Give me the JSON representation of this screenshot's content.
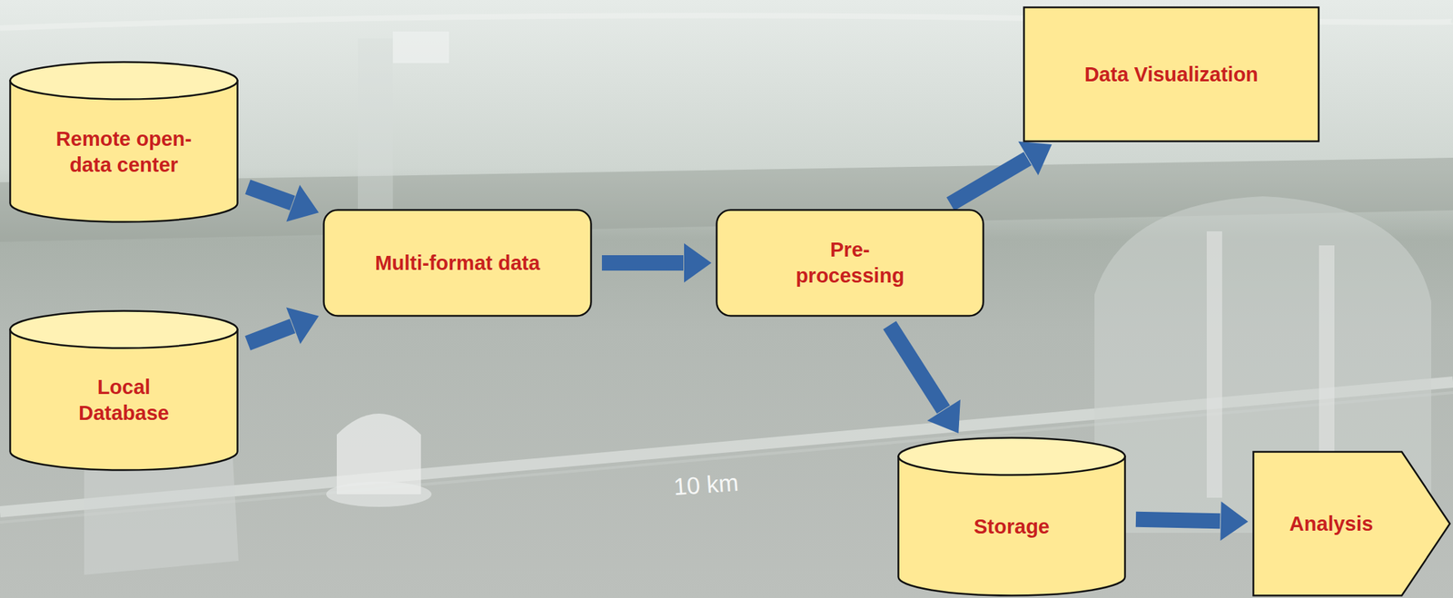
{
  "diagram": {
    "nodes": [
      {
        "text": [
          "Remote open-data center"
        ]
      },
      {
        "text": [
          "Local Database"
        ]
      },
      {
        "text": [
          "Multi-format data"
        ]
      },
      {
        "text": [
          "Pre-processing"
        ]
      },
      {
        "text": [
          "Data Visualization"
        ]
      },
      {
        "text": [
          "Storage"
        ]
      },
      {
        "text": [
          "Analysis"
        ]
      }
    ],
    "edges": [
      {
        "from": 0,
        "to": 2,
        "arrow": "to"
      },
      {
        "from": 1,
        "to": 2,
        "arrow": "to"
      },
      {
        "from": 2,
        "to": 3,
        "arrow": "to"
      },
      {
        "from": 3,
        "to": 4,
        "arrow": "to"
      },
      {
        "from": 3,
        "to": 5,
        "arrow": "to"
      },
      {
        "from": 5,
        "to": 6,
        "arrow": "to"
      }
    ],
    "labels": [
      "10 km"
    ]
  }
}
